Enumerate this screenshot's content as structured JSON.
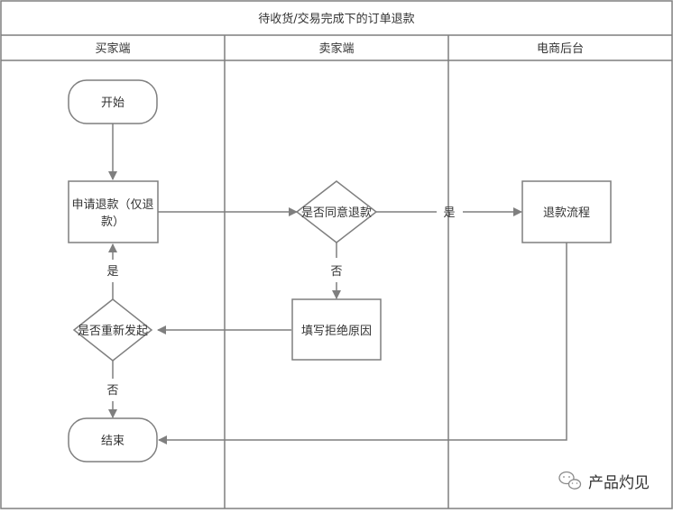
{
  "title": "待收货/交易完成下的订单退款",
  "lanes": {
    "buyer": "买家端",
    "seller": "卖家端",
    "platform": "电商后台"
  },
  "nodes": {
    "start": "开始",
    "apply_line1": "申请退款（仅退",
    "apply_line2": "款）",
    "agree": "是否同意退款",
    "reason": "填写拒绝原因",
    "refund_flow": "退款流程",
    "reapply": "是否重新发起",
    "end": "结束"
  },
  "edge_labels": {
    "agree_yes": "是",
    "agree_no": "否",
    "reapply_yes": "是",
    "reapply_no": "否"
  },
  "watermark": "产品灼见",
  "colors": {
    "line": "#7f7f7f",
    "text": "#333333",
    "bg": "#ffffff"
  }
}
